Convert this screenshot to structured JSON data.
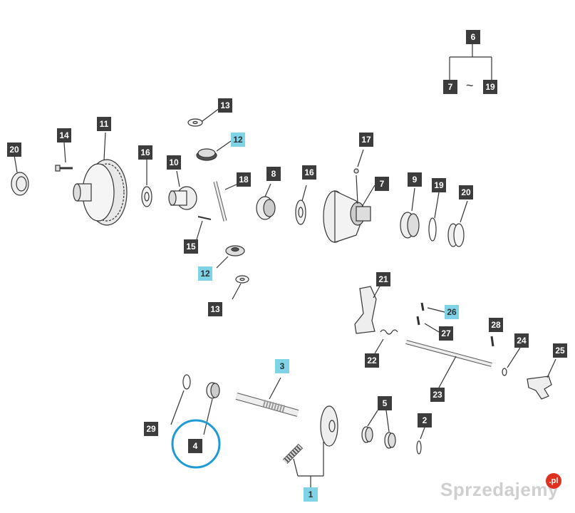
{
  "diagram": {
    "range_from": "7",
    "range_separator": "~",
    "range_to": "19",
    "range_parent": "6",
    "highlight_color": "#7fd3e6",
    "circle_color": "#1e9ad6",
    "callouts": {
      "c1": "1",
      "c2": "2",
      "c3": "3",
      "c4": "4",
      "c5": "5",
      "c6": "6",
      "c7": "7",
      "c7b": "7",
      "c8": "8",
      "c9": "9",
      "c10": "10",
      "c11": "11",
      "c12a": "12",
      "c12b": "12",
      "c13a": "13",
      "c13b": "13",
      "c14": "14",
      "c15": "15",
      "c16a": "16",
      "c16b": "16",
      "c17": "17",
      "c18": "18",
      "c19a": "19",
      "c19b": "19",
      "c20a": "20",
      "c20b": "20",
      "c21": "21",
      "c22": "22",
      "c23": "23",
      "c24": "24",
      "c25": "25",
      "c26": "26",
      "c27": "27",
      "c28": "28",
      "c29": "29"
    }
  },
  "watermark": {
    "text": "Sprzedajemy",
    "badge": ".pl"
  }
}
